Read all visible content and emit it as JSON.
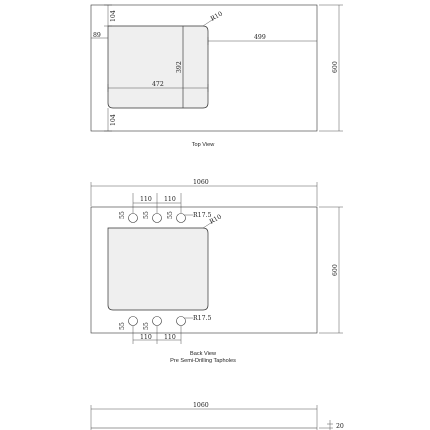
{
  "top_view": {
    "caption": "Top View",
    "dims": {
      "top_margin": "104",
      "corner_radius": "R10",
      "left_margin": "89",
      "right_offset": "499",
      "basin_height": "392",
      "basin_width": "472",
      "bottom_margin": "104",
      "overall_depth": "600"
    }
  },
  "back_view": {
    "caption_line1": "Back View",
    "caption_line2": "Pre Semi-Drilling Tapholes",
    "dims": {
      "overall_width": "1060",
      "overall_depth": "600",
      "hole_spacing_1": "110",
      "hole_spacing_2": "110",
      "hole_spacing_3": "110",
      "hole_spacing_4": "110",
      "hole_radius_top": "R17.5",
      "hole_radius_bottom": "R17.5",
      "corner_radius": "R10",
      "edge_offset_1": "55",
      "edge_offset_2": "55",
      "edge_offset_3": "55",
      "edge_offset_4": "55",
      "edge_offset_5": "55"
    }
  },
  "side_view": {
    "dims": {
      "overall_width": "1060",
      "thickness": "20"
    }
  }
}
